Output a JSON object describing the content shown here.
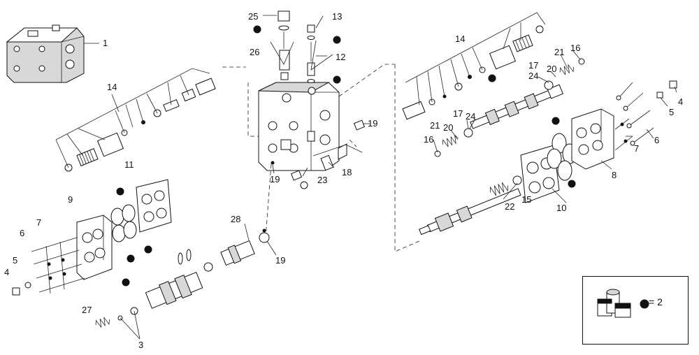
{
  "callouts": [
    "1",
    "2",
    "3",
    "4",
    "5",
    "6",
    "7",
    "8",
    "9",
    "10",
    "11",
    "12",
    "13",
    "14",
    "15",
    "16",
    "17",
    "18",
    "19",
    "20",
    "21",
    "22",
    "23",
    "24",
    "25",
    "26",
    "27",
    "28"
  ],
  "legend": {
    "equals_text": "= 2",
    "marker_icon": "black-dot-icon",
    "kit_icon": "parts-kit-icon"
  },
  "colors": {
    "line": "#111111",
    "fill": "#ffffff",
    "shade": "#d8d8d8"
  }
}
